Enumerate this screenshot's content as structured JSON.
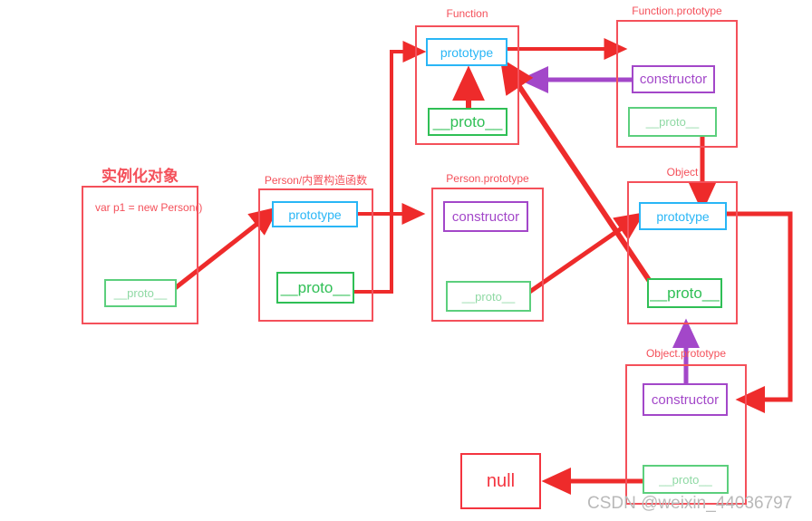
{
  "diagram": {
    "title_note": "JavaScript prototype chain diagram",
    "colors": {
      "group_border": "#f4505a",
      "prototype": "#29b6f6",
      "proto": "#2fbf55",
      "proto_light": "#8fd9a4",
      "constructor": "#a347c9",
      "arrow_red": "#ee2b2b",
      "arrow_purple": "#a347c9",
      "null_box": "#f4343f",
      "watermark": "#b9b9b9"
    }
  },
  "groups": {
    "instance": {
      "title": "实例化对象",
      "code": "var p1 = new Person()",
      "proto_label": "__proto__"
    },
    "person": {
      "title": "Person/内置构造函数",
      "prototype_label": "prototype",
      "proto_label": "__proto__"
    },
    "person_prototype": {
      "title": "Person.prototype",
      "constructor_label": "constructor",
      "proto_label": "__proto__"
    },
    "function": {
      "title": "Function",
      "prototype_label": "prototype",
      "proto_label": "__proto__"
    },
    "function_prototype": {
      "title": "Function.prototype",
      "constructor_label": "constructor",
      "proto_label": "__proto__"
    },
    "object": {
      "title": "Object",
      "prototype_label": "prototype",
      "proto_label": "__proto__"
    },
    "object_prototype": {
      "title": "Object.prototype",
      "constructor_label": "constructor",
      "proto_label": "__proto__"
    },
    "null_node": {
      "label": "null"
    }
  },
  "watermark": {
    "text": "CSDN @weixin_44036797"
  }
}
